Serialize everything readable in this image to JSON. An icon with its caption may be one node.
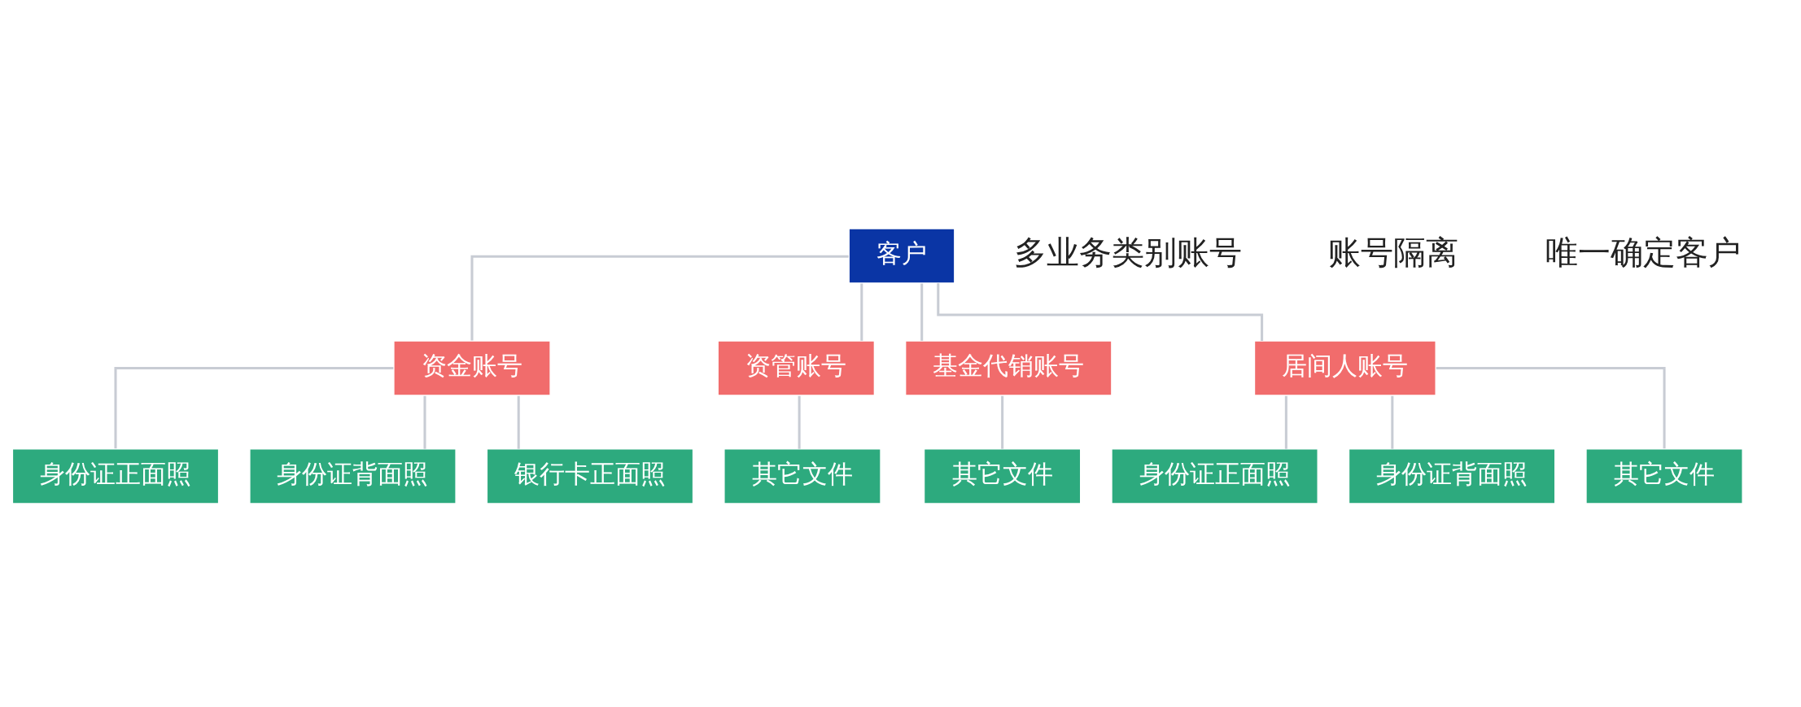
{
  "diagram": {
    "nodes": [
      {
        "text": [
          "客户"
        ]
      },
      {
        "text": [
          "资金账号"
        ]
      },
      {
        "text": [
          "资管账号"
        ]
      },
      {
        "text": [
          "基金代销账号"
        ]
      },
      {
        "text": [
          "居间人账号"
        ]
      },
      {
        "text": [
          "身份证正面照"
        ]
      },
      {
        "text": [
          "身份证背面照"
        ]
      },
      {
        "text": [
          "银行卡正面照"
        ]
      },
      {
        "text": [
          "其它文件"
        ]
      },
      {
        "text": [
          "其它文件"
        ]
      },
      {
        "text": [
          "身份证正面照"
        ]
      },
      {
        "text": [
          "身份证背面照"
        ]
      },
      {
        "text": [
          "其它文件"
        ]
      }
    ],
    "edges": [
      {
        "from": 0,
        "to": 1,
        "arrow": "none"
      },
      {
        "from": 0,
        "to": 2,
        "arrow": "none"
      },
      {
        "from": 0,
        "to": 3,
        "arrow": "none"
      },
      {
        "from": 0,
        "to": 4,
        "arrow": "none"
      },
      {
        "from": 1,
        "to": 5,
        "arrow": "none"
      },
      {
        "from": 1,
        "to": 6,
        "arrow": "none"
      },
      {
        "from": 1,
        "to": 7,
        "arrow": "none"
      },
      {
        "from": 2,
        "to": 8,
        "arrow": "none"
      },
      {
        "from": 3,
        "to": 9,
        "arrow": "none"
      },
      {
        "from": 4,
        "to": 10,
        "arrow": "none"
      },
      {
        "from": 4,
        "to": 11,
        "arrow": "none"
      },
      {
        "from": 4,
        "to": 12,
        "arrow": "none"
      }
    ],
    "labels": [
      "多业务类别账号",
      "唯一确定客户",
      "账号隔离"
    ]
  }
}
